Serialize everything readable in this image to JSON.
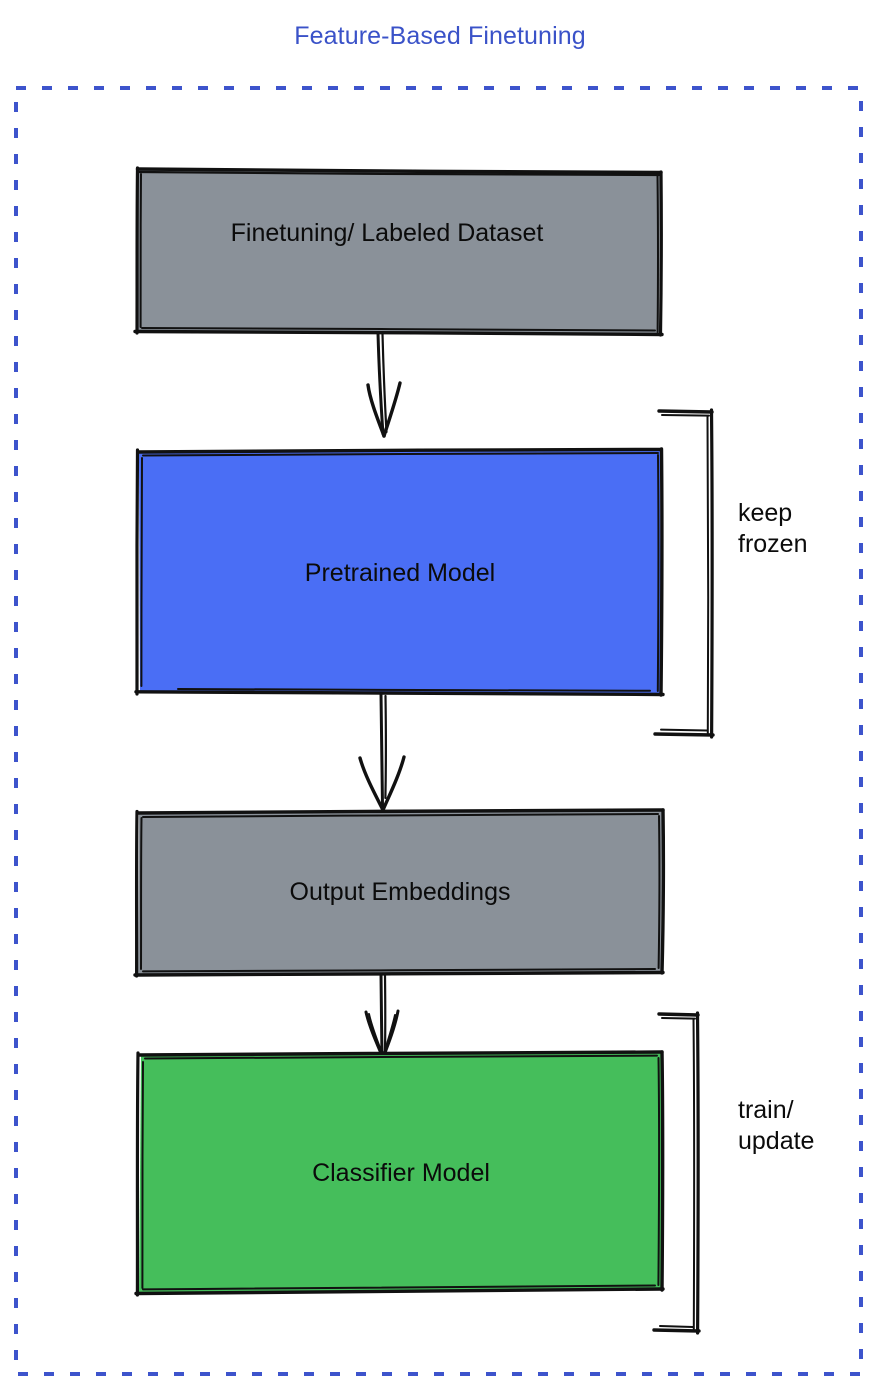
{
  "title": "Feature-Based Finetuning",
  "colors": {
    "title_blue": "#3a52c8",
    "border_blue": "#3d54cc",
    "grey_fill": "#8a9199",
    "blue_fill": "#4a6ef5",
    "green_fill": "#45be5b",
    "stroke_black": "#111111",
    "background": "#ffffff"
  },
  "nodes": [
    {
      "id": "dataset",
      "label": "Finetuning/ Labeled Dataset",
      "fill": "grey_fill"
    },
    {
      "id": "pretrained",
      "label": "Pretrained Model",
      "fill": "blue_fill"
    },
    {
      "id": "embeddings",
      "label": "Output Embeddings",
      "fill": "grey_fill"
    },
    {
      "id": "classifier",
      "label": "Classifier Model",
      "fill": "green_fill"
    }
  ],
  "annotations": [
    {
      "id": "keep-frozen",
      "label": "keep\nfrozen",
      "targets": "pretrained"
    },
    {
      "id": "train-update",
      "label": "train/\nupdate",
      "targets": "classifier"
    }
  ],
  "edges": [
    {
      "from": "dataset",
      "to": "pretrained",
      "style": "hand-drawn-arrow"
    },
    {
      "from": "pretrained",
      "to": "embeddings",
      "style": "hand-drawn-arrow"
    },
    {
      "from": "embeddings",
      "to": "classifier",
      "style": "hand-drawn-arrow"
    }
  ],
  "container": {
    "border_style": "dashed",
    "border_color": "#3d54cc"
  }
}
